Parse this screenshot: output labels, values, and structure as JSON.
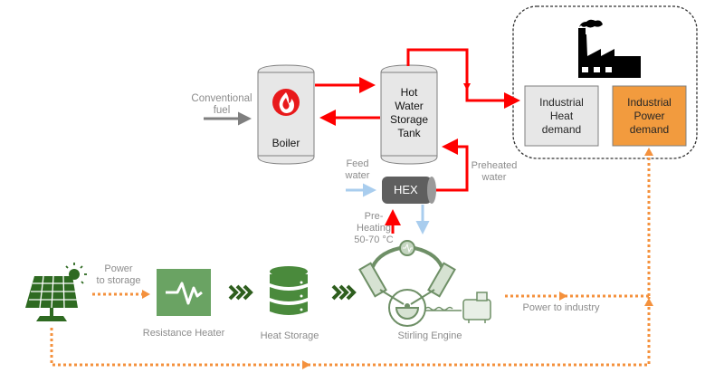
{
  "colors": {
    "heat_pipe": "#ff0000",
    "power_line": "#f4913d",
    "water_line": "#a9cdee",
    "fuel_arrow": "#7f7f7f",
    "green_dark": "#2e6a21",
    "green_mid": "#4a8a3c",
    "green_light": "#6aa363",
    "tank_fill": "#e7e7e7",
    "hex_fill": "#5f5f5f",
    "heat_demand_fill": "#e7e7e7",
    "power_demand_fill": "#f29b3e",
    "label_gray": "#8c8c8c"
  },
  "labels": {
    "conventional_fuel": "Conventional\nfuel",
    "boiler": "Boiler",
    "hot_water_tank": "Hot\nWater\nStorage\nTank",
    "feed_water": "Feed\nwater",
    "hex": "HEX",
    "preheated_water": "Preheated\nwater",
    "pre_heating": "Pre-\nHeating\n50-70 °C",
    "industrial_heat_demand": "Industrial\nHeat\ndemand",
    "industrial_power_demand": "Industrial\nPower\ndemand",
    "power_to_storage": "Power\nto storage",
    "resistance_heater": "Resistance Heater",
    "heat_storage": "Heat Storage",
    "stirling_engine": "Stirling Engine",
    "power_to_industry": "Power to industry"
  },
  "icons": {
    "boiler": "flame-icon",
    "factory": "factory-icon",
    "solar": "solar-panel-icon",
    "heater": "pulse-icon",
    "storage": "database-icon",
    "engine": "stirling-engine-icon",
    "generator": "motor-icon",
    "flow": "chevrons-right-icon"
  }
}
